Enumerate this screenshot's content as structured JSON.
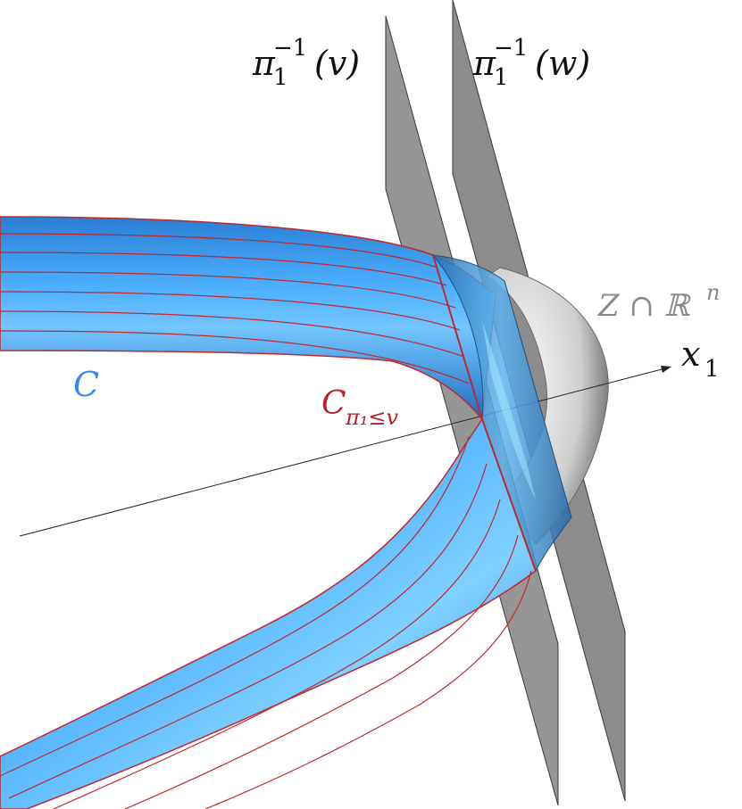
{
  "labels": {
    "plane_v": {
      "base": "π",
      "sub": "1",
      "sup": "−1",
      "arg": "(v)"
    },
    "plane_w": {
      "base": "π",
      "sub": "1",
      "sup": "−1",
      "arg": "(w)"
    },
    "variety": {
      "base": "Z ∩ ℝ",
      "sup": "n"
    },
    "axis": {
      "base": "x",
      "sub": "1"
    },
    "curve": {
      "base": "C"
    },
    "sublevel": {
      "base": "C",
      "sub": "π₁≤v"
    }
  },
  "colors": {
    "tube": "#3399ee",
    "tube_dark": "#1f6fc2",
    "tube_light": "#8fd0ff",
    "mesh": "#c0282d",
    "plane": "#8c8c8c",
    "plane_edge": "#3a3a3a",
    "cap": "#d6d6d6",
    "curve_label": "#2f8fe6",
    "sublevel_label": "#b5232a",
    "variety_label": "#8a8a8a",
    "axis": "#222222"
  }
}
